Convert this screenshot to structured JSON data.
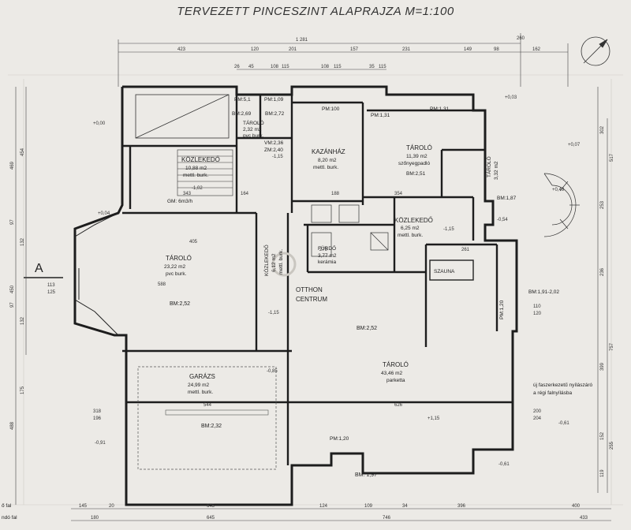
{
  "title": "TERVEZETT PINCESZINT ALAPRAJZA   M=1:100",
  "watermark": {
    "line1": "OTTHON",
    "line2": "CENTRUM"
  },
  "section_marker": "A",
  "rooms": [
    {
      "id": "tarolo-1",
      "name": "TÁROLÓ",
      "area": "2,32 m2",
      "finish": "pvc burk."
    },
    {
      "id": "kozlekedo-1",
      "name": "KÖZLEKEDŐ",
      "area": "10,88 m2",
      "finish": "mettl. burk."
    },
    {
      "id": "kazanhaz",
      "name": "KAZÁNHÁZ",
      "area": "8,20 m2",
      "finish": "mettl. burk."
    },
    {
      "id": "tarolo-2",
      "name": "TÁROLÓ",
      "area": "11,39 m2",
      "finish": "szőnyegpadló"
    },
    {
      "id": "tarolo-3",
      "name": "TÁROLÓ",
      "area": "3,32 m2",
      "finish": ""
    },
    {
      "id": "kozlekedo-2",
      "name": "KÖZLEKEDŐ",
      "area": "6,25 m2",
      "finish": "mettl. burk."
    },
    {
      "id": "furdo",
      "name": "FÜRDŐ",
      "area": "3,77 m2",
      "finish": "kerámia"
    },
    {
      "id": "tarolo-4",
      "name": "TÁROLÓ",
      "area": "23,22 m2",
      "finish": "pvc burk."
    },
    {
      "id": "kozlekedo-3",
      "name": "KÖZLEKEDŐ",
      "area": "6,12 m2",
      "finish": "mettl. burk."
    },
    {
      "id": "szauna",
      "name": "SZAUNA",
      "area": "",
      "finish": ""
    },
    {
      "id": "tarolo-5",
      "name": "TÁROLÓ",
      "area": "43,46 m2",
      "finish": "parketta"
    },
    {
      "id": "garazs",
      "name": "GARÁZS",
      "area": "24,99 m2",
      "finish": "mettl. burk."
    }
  ],
  "levels": {
    "pm51": "PM:5,1",
    "pm109": "PM:1,09",
    "bm269": "BM:2,69",
    "bm272": "BM:2,72",
    "pm100": "PM:100",
    "pm131a": "PM:1,31",
    "pm131b": "PM:1,31",
    "bm251": "BM:2,51",
    "bm187": "BM:1,87",
    "bm252a": "BM:2,52",
    "bm252b": "BM:2,52",
    "bm191": "BM:1,91-2,02",
    "bm232": "BM:2,32",
    "bm197": "BM: 1,97",
    "pm120a": "PM:1,20",
    "pm120b": "PM:1,20",
    "gm": "GM: 6m3/h",
    "vm236": "VM:2,36",
    "zm240": "ZM:2,40"
  },
  "spot_heights": [
    "+0,00",
    "+0,03",
    "+0,07",
    "-1,02",
    "+0,04",
    "-1,15",
    "-0,54",
    "+0,49",
    "-1,15",
    "-0,85",
    "-0,91",
    "+1,15",
    "-0,61",
    "-0,61",
    "-1,15"
  ],
  "top_dims_row1": [
    "1 281",
    "260"
  ],
  "top_dims_row2": [
    "423",
    "120",
    "201",
    "157",
    "231",
    "149",
    "98",
    "162"
  ],
  "top_dims_row3": [
    "26",
    "45",
    "108",
    "115",
    "108",
    "115",
    "35",
    "115"
  ],
  "bottom_dims_row1": [
    "145",
    "20",
    "645",
    "124",
    "109",
    "34",
    "396",
    "400"
  ],
  "bottom_dims_row2": [
    "180",
    "645",
    "746",
    "433"
  ],
  "left_dims": [
    "469",
    "454",
    "132",
    "97",
    "450",
    "97",
    "132",
    "488",
    "175"
  ],
  "right_dims": [
    "302",
    "517",
    "253",
    "236",
    "757",
    "399",
    "255",
    "152",
    "119"
  ],
  "inner_dims": [
    "405",
    "588",
    "343",
    "164",
    "188",
    "354",
    "544",
    "626",
    "113",
    "125",
    "318",
    "196",
    "200",
    "204",
    "110",
    "120",
    "279",
    "261"
  ],
  "notes": {
    "new_door": "új faszerkezetű nyílászáró",
    "old_opening": "a régi falnyílásba",
    "legend1": "ő fal",
    "legend2": "ndó fal"
  }
}
